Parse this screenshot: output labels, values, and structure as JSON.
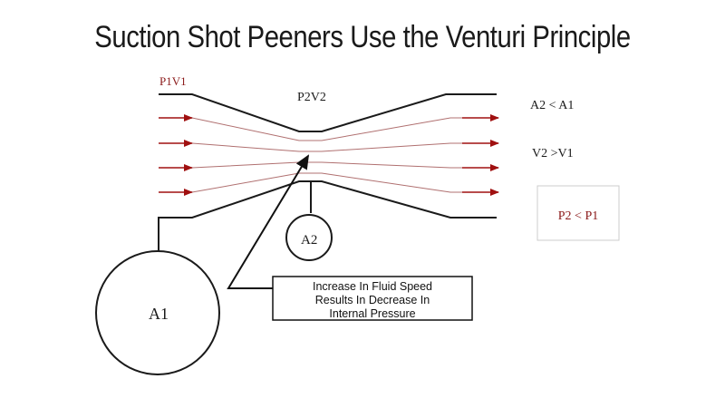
{
  "title": "Suction Shot Peeners Use the Venturi Principle",
  "labels": {
    "p1v1": "P1V1",
    "p2v2": "P2V2",
    "a2_lt_a1": "A2 < A1",
    "v2_gt_v1": "V2 >V1",
    "p2_lt_p1": "P2 < P1",
    "a1_circle": "A1",
    "a2_circle": "A2"
  },
  "callout": {
    "lines": [
      "Increase In Fluid Speed",
      "Results In Decrease In",
      "Internal Pressure"
    ]
  },
  "colors": {
    "line": "#1a1a1a",
    "arrow": "#a01010",
    "streamline": "#b07070",
    "box_border": "#cccccc"
  }
}
